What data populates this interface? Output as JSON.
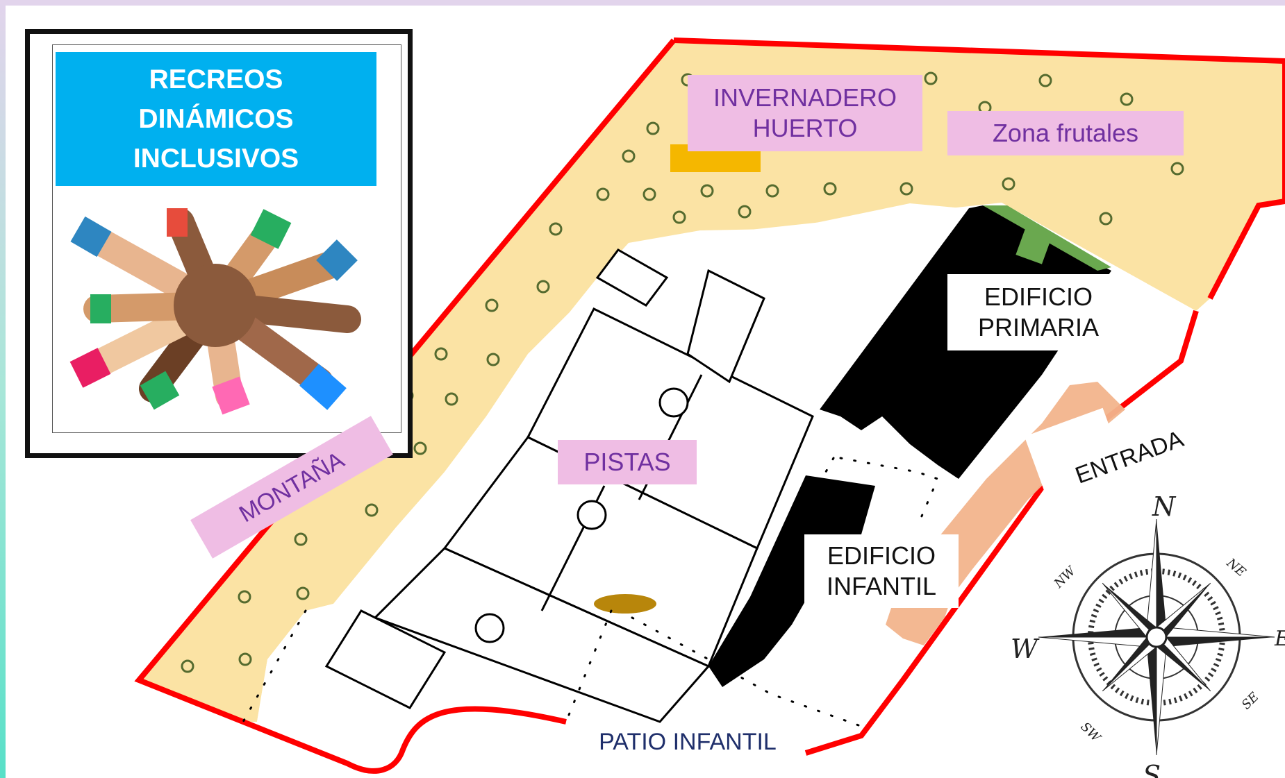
{
  "poster": {
    "title_lines": [
      "RECREOS",
      "DINÁMICOS",
      "INCLUSIVOS"
    ],
    "image": "hands-together-illustration"
  },
  "zones": {
    "invernadero": [
      "INVERNADERO",
      "HUERTO"
    ],
    "frutales": "Zona frutales",
    "primaria": [
      "EDIFICIO",
      "PRIMARIA"
    ],
    "infantil": [
      "EDIFICIO",
      "INFANTIL"
    ],
    "pistas": "PISTAS",
    "montana": "MONTAÑA",
    "entrada": "ENTRADA",
    "patio_infantil": "PATIO INFANTIL"
  },
  "compass": {
    "cardinal": [
      "N",
      "S",
      "E",
      "W"
    ],
    "intercardinal": [
      "NE",
      "NW",
      "SE",
      "SW"
    ]
  },
  "colors": {
    "boundary": "#ff0000",
    "green_zone": "#fbe3a4",
    "label_bg": "#efbde4",
    "label_text": "#7030a0",
    "poster_title_bg": "#00b0ef",
    "buildings": "#000000",
    "path": "#f2b48c"
  }
}
